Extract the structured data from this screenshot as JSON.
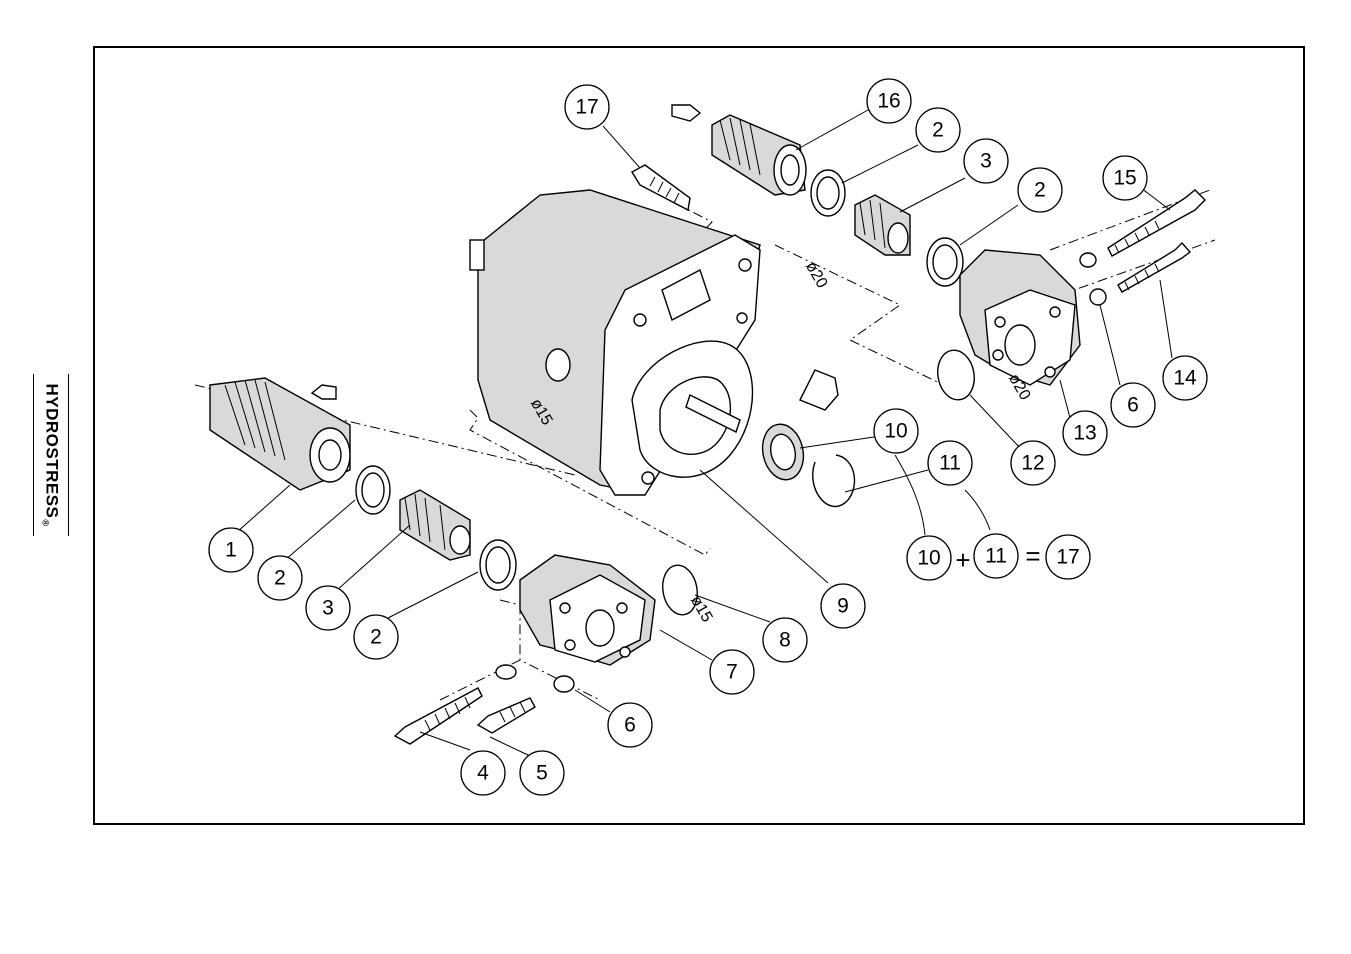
{
  "brand": {
    "name": "HYDROSTRESS",
    "registered_mark": "®"
  },
  "callouts": [
    {
      "id": "c1",
      "label": "1"
    },
    {
      "id": "c2a",
      "label": "2"
    },
    {
      "id": "c3a",
      "label": "3"
    },
    {
      "id": "c2b",
      "label": "2"
    },
    {
      "id": "c4",
      "label": "4"
    },
    {
      "id": "c5",
      "label": "5"
    },
    {
      "id": "c6a",
      "label": "6"
    },
    {
      "id": "c7",
      "label": "7"
    },
    {
      "id": "c8",
      "label": "8"
    },
    {
      "id": "c9",
      "label": "9"
    },
    {
      "id": "c10",
      "label": "10"
    },
    {
      "id": "c11",
      "label": "11"
    },
    {
      "id": "c12",
      "label": "12"
    },
    {
      "id": "c13",
      "label": "13"
    },
    {
      "id": "c6b",
      "label": "6"
    },
    {
      "id": "c14",
      "label": "14"
    },
    {
      "id": "c15",
      "label": "15"
    },
    {
      "id": "c2c",
      "label": "2"
    },
    {
      "id": "c3b",
      "label": "3"
    },
    {
      "id": "c2d",
      "label": "2"
    },
    {
      "id": "c16",
      "label": "16"
    },
    {
      "id": "c17",
      "label": "17"
    }
  ],
  "equation": {
    "a": "10",
    "plus": "+",
    "b": "11",
    "equals": "=",
    "result": "17"
  },
  "dimensions": {
    "dia_20_top": "ø20",
    "dia_20_flange": "ø20",
    "dia_15_body": "ø15",
    "dia_15_flange": "ø15"
  }
}
